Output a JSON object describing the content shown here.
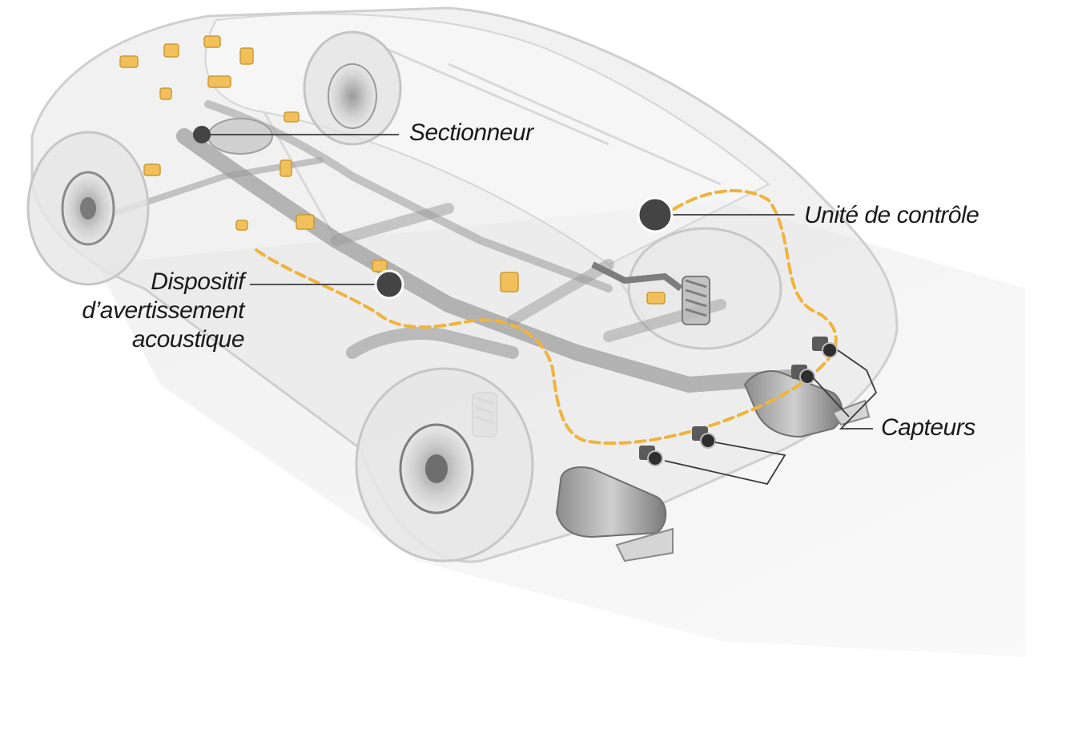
{
  "labels": {
    "sectionneur": "Sectionneur",
    "unite_de_controle": "Unité de contrôle",
    "capteurs": "Capteurs",
    "dispositif_line1": "Dispositif",
    "dispositif_line2": "d’avertissement",
    "dispositif_line3": "acoustique"
  },
  "colors": {
    "wire": "#f0b33c",
    "marker": "#444444",
    "body": "#d9d9d9",
    "chassis": "#9a9a9a",
    "component": "#f2c05a"
  }
}
